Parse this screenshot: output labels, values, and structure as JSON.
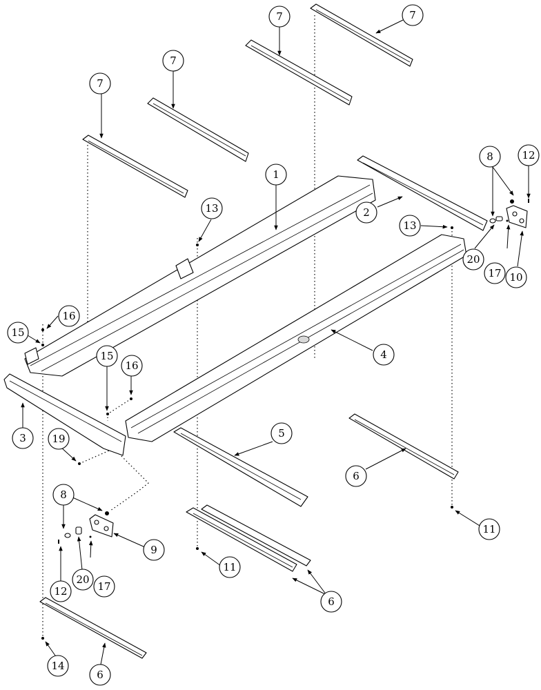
{
  "diagram": {
    "callouts": [
      {
        "id": "c1",
        "label": "1"
      },
      {
        "id": "c2",
        "label": "2"
      },
      {
        "id": "c3",
        "label": "3"
      },
      {
        "id": "c4",
        "label": "4"
      },
      {
        "id": "c5",
        "label": "5"
      },
      {
        "id": "c6a",
        "label": "6"
      },
      {
        "id": "c6b",
        "label": "6"
      },
      {
        "id": "c6c",
        "label": "6"
      },
      {
        "id": "c7a",
        "label": "7"
      },
      {
        "id": "c7b",
        "label": "7"
      },
      {
        "id": "c7c",
        "label": "7"
      },
      {
        "id": "c7d",
        "label": "7"
      },
      {
        "id": "c8a",
        "label": "8"
      },
      {
        "id": "c8b",
        "label": "8"
      },
      {
        "id": "c9",
        "label": "9"
      },
      {
        "id": "c10",
        "label": "10"
      },
      {
        "id": "c11a",
        "label": "11"
      },
      {
        "id": "c11b",
        "label": "11"
      },
      {
        "id": "c12a",
        "label": "12"
      },
      {
        "id": "c12b",
        "label": "12"
      },
      {
        "id": "c13a",
        "label": "13"
      },
      {
        "id": "c13b",
        "label": "13"
      },
      {
        "id": "c14",
        "label": "14"
      },
      {
        "id": "c15a",
        "label": "15"
      },
      {
        "id": "c15b",
        "label": "15"
      },
      {
        "id": "c16a",
        "label": "16"
      },
      {
        "id": "c16b",
        "label": "16"
      },
      {
        "id": "c17a",
        "label": "17"
      },
      {
        "id": "c17b",
        "label": "17"
      },
      {
        "id": "c19",
        "label": "19"
      },
      {
        "id": "c20a",
        "label": "20"
      },
      {
        "id": "c20b",
        "label": "20"
      }
    ]
  }
}
